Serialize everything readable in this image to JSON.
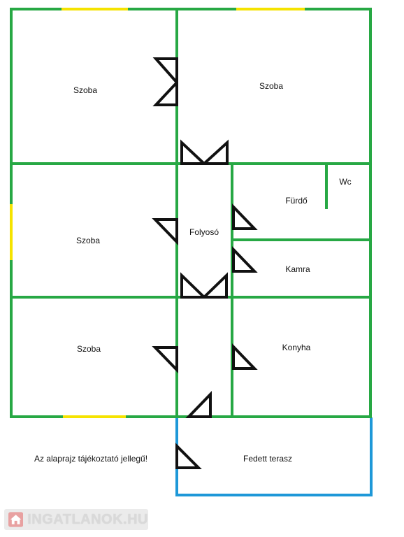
{
  "colors": {
    "wall": "#27a844",
    "window": "#f5e300",
    "terrace_wall": "#1e98d8",
    "door": "#111111",
    "logo_text": "#d9d9d9",
    "logo_bg": "#ebebeb"
  },
  "rooms": {
    "szoba_top_left": "Szoba",
    "szoba_top_right": "Szoba",
    "szoba_middle_left": "Szoba",
    "szoba_bottom_left": "Szoba",
    "folyoso": "Folyosó",
    "furdo": "Fürdő",
    "wc": "Wc",
    "kamra": "Kamra",
    "konyha": "Konyha",
    "fedett_terasz": "Fedett terasz"
  },
  "note": "Az alaprajz tájékoztató jellegű!",
  "logo": {
    "text": "INGATLANOK.HU",
    "icon": "house-icon"
  }
}
